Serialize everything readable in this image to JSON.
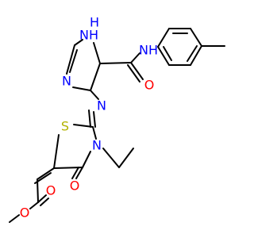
{
  "molecule": {
    "colors": {
      "carbon_bond": "#000000",
      "nitrogen": "#0000ff",
      "oxygen": "#ff0000",
      "sulfur": "#b2b200",
      "background": "#ffffff"
    },
    "labels": {
      "imidazole_nh": "NH",
      "imidazole_h": "H",
      "imidazole_n": "N",
      "amide_nh": "NH",
      "amide_o": "O",
      "imine_n": "N",
      "thiazolidine_s": "S",
      "thiazolidine_n": "N",
      "ketone_o": "O",
      "ester_carbonyl_o": "O",
      "ester_o": "O"
    }
  }
}
